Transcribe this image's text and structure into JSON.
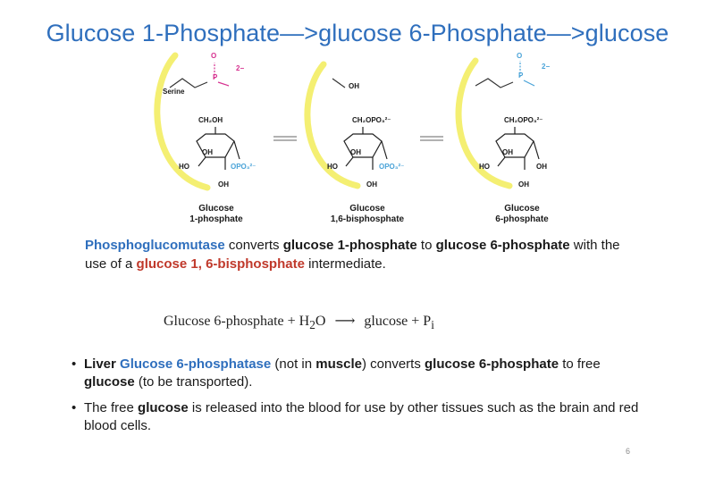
{
  "slide": {
    "title": "Glucose 1-Phosphate—>glucose 6-Phosphate—>glucose",
    "page_number": "6"
  },
  "figure": {
    "molecules": [
      {
        "label_line1": "Glucose",
        "label_line2": "1-phosphate",
        "top_group": "CH₂OH",
        "serine_label": "Serine"
      },
      {
        "label_line1": "Glucose",
        "label_line2": "1,6-bisphosphate",
        "top_group": "CH₂OPO₃²⁻",
        "oh_label": "OH"
      },
      {
        "label_line1": "Glucose",
        "label_line2": "6-phosphate",
        "top_group": "CH₂OPO₃²⁻"
      }
    ],
    "ring_labels": {
      "ho": "HO",
      "oh": "OH",
      "opo3": "OPO₃²⁻",
      "o": "O",
      "p": "P",
      "charge": "2−"
    }
  },
  "paragraph": {
    "enzyme": "Phosphoglucomutase",
    "t1": " converts ",
    "b1": "glucose 1-phosphate",
    "t2": " to ",
    "b2": "glucose 6-phosphate",
    "t3": " with the use of a ",
    "r1": "glucose 1, 6-bisphosphate",
    "t4": " intermediate."
  },
  "equation": {
    "left": "Glucose 6-phosphate + H",
    "h2o_sub": "2",
    "o": "O",
    "arrow": "⟶",
    "right": "glucose + P",
    "pi_sub": "i"
  },
  "bullets": [
    {
      "b1": "Liver ",
      "e1": "Glucose 6-phosphatase",
      "t1": " (not in ",
      "b2": "muscle",
      "t2": ") converts ",
      "b3": "glucose 6-phosphate",
      "t3": " to free ",
      "b4": "glucose",
      "t4": " (to be transported)."
    },
    {
      "t1": "The free ",
      "b1": "glucose",
      "t2": " is released into the blood for use by other tissues such as the brain and red blood cells."
    }
  ],
  "colors": {
    "title": "#2f6fbd",
    "enzyme": "#2f6fbd",
    "intermediate": "#c0392b",
    "highlight_arc": "#f4ef72"
  }
}
